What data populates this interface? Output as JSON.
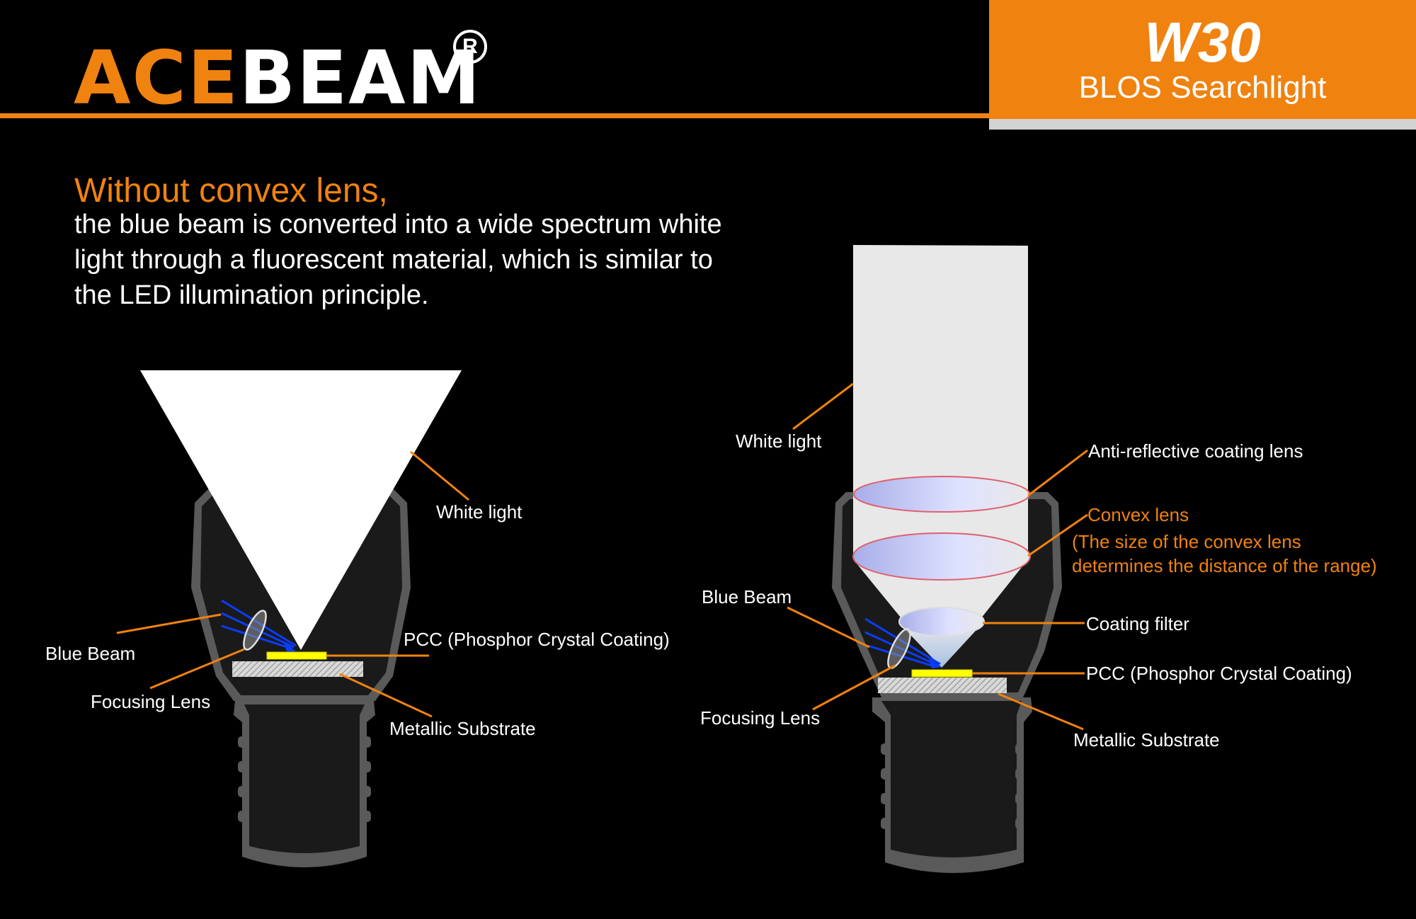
{
  "header": {
    "brand_part1": "ACE",
    "brand_part2": "BEAM",
    "registered_mark": "R",
    "model": "W30",
    "product_subtitle": "BLOS Searchlight"
  },
  "intro": {
    "heading": "Without convex lens,",
    "body_lines": [
      "the blue beam is converted into a wide spectrum white",
      "light through a fluorescent material, which is similar to",
      "the LED illumination principle."
    ]
  },
  "left_diagram": {
    "labels": {
      "white_light": "White light",
      "blue_beam": "Blue Beam",
      "focusing_lens": "Focusing Lens",
      "pcc": "PCC (Phosphor Crystal Coating)",
      "metallic_substrate": "Metallic Substrate"
    }
  },
  "right_diagram": {
    "labels": {
      "white_light": "White light",
      "anti_reflective": "Anti-reflective coating lens",
      "convex_lens": "Convex lens",
      "convex_note_line1": "(The size of the convex lens",
      "convex_note_line2": "determines the distance of the range)",
      "blue_beam": "Blue Beam",
      "coating_filter": "Coating filter",
      "pcc": "PCC (Phosphor Crystal Coating)",
      "focusing_lens": "Focusing Lens",
      "metallic_substrate": "Metallic Substrate"
    }
  },
  "colors": {
    "brand_orange": "#f0820f",
    "background": "#000000",
    "body_dark": "#1a1a1a",
    "body_rim": "#5a5a5a",
    "phosphor_yellow": "#ffff00",
    "blue_beam": "#0a3cff"
  }
}
